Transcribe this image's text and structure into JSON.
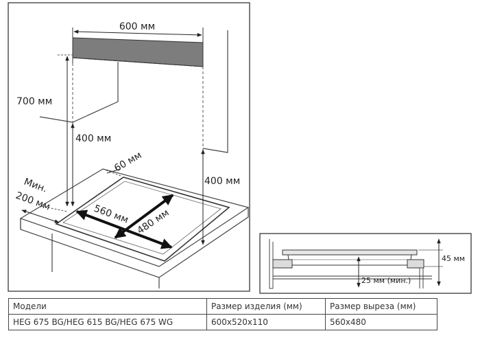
{
  "install_diagram": {
    "dim_width": "600 мм",
    "dim_700": "700 мм",
    "dim_400_left": "400 мм",
    "dim_400_right": "400 мм",
    "dim_60": "60 мм",
    "dim_min_label": "Мин.",
    "dim_200": "200 мм",
    "dim_560": "560 мм",
    "dim_480": "480 мм"
  },
  "section_diagram": {
    "dim_45": "45 мм",
    "dim_25": "25 мм (мин.)"
  },
  "table": {
    "headers": [
      "Модели",
      "Размер изделия (мм)",
      "Размер выреза (мм)"
    ],
    "rows": [
      [
        "HEG 675 BG/HEG 615 BG/HEG 675 WG",
        "600x520x110",
        "560x480"
      ]
    ]
  }
}
